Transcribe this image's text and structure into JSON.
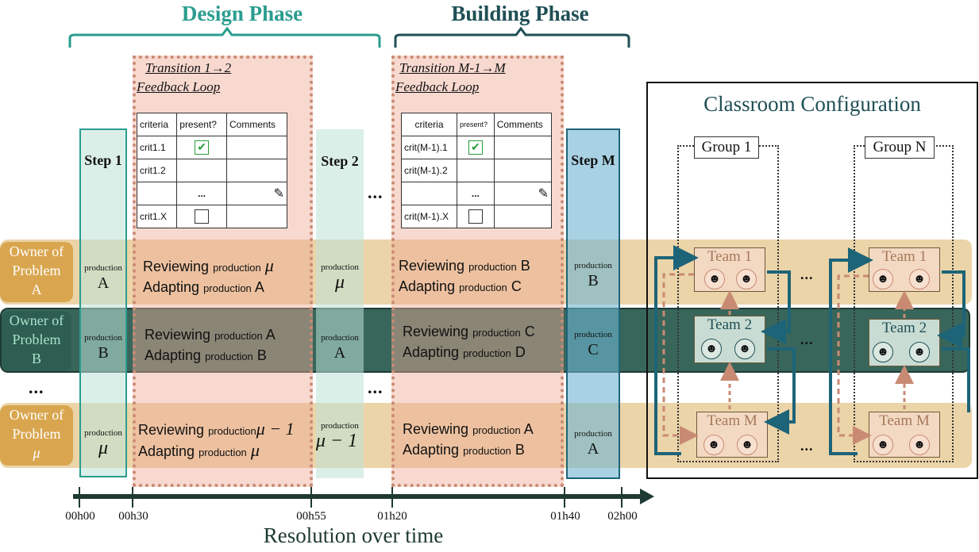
{
  "phases": {
    "design": "Design Phase",
    "building": "Building Phase"
  },
  "owners": [
    {
      "line1": "Owner of",
      "line2": "Problem",
      "line3": "A"
    },
    {
      "line1": "Owner of",
      "line2": "Problem",
      "line3": "B"
    },
    {
      "line1": "Owner of",
      "line2": "Problem",
      "line3": "μ"
    }
  ],
  "ellipsis": "...",
  "steps": {
    "step1": {
      "label": "Step 1",
      "cells": [
        {
          "small": "production",
          "big": "A"
        },
        {
          "small": "production",
          "big": "B"
        },
        {
          "small": "production",
          "big": "μ"
        }
      ]
    },
    "step2": {
      "label": "Step 2",
      "cells": [
        {
          "small": "production",
          "big": "μ"
        },
        {
          "small": "production",
          "big": "A"
        },
        {
          "small": "production",
          "big": "μ − 1"
        }
      ]
    },
    "stepM": {
      "label": "Step M",
      "cells": [
        {
          "small": "production",
          "big": "B"
        },
        {
          "small": "production",
          "big": "C"
        },
        {
          "small": "production",
          "big": "A"
        }
      ]
    }
  },
  "transition1": {
    "title1": "Transition 1→2",
    "title2": "Feedback Loop",
    "table": {
      "headers": [
        "criteria",
        "present?",
        "Comments"
      ],
      "rows": [
        "crit1.1",
        "crit1.2",
        "...",
        "crit1.X"
      ]
    },
    "rows": [
      {
        "r1": "Reviewing",
        "r1s": "production",
        "r1v": "μ",
        "r2": "Adapting",
        "r2s": "production",
        "r2v": "A"
      },
      {
        "r1": "Reviewing",
        "r1s": "production",
        "r1v": "A",
        "r2": "Adapting",
        "r2s": "production",
        "r2v": "B"
      },
      {
        "r1": "Reviewing",
        "r1s": "production",
        "r1v": "μ − 1",
        "r2": "Adapting",
        "r2s": "production",
        "r2v": "μ"
      }
    ]
  },
  "transitionM": {
    "title1": "Transition M-1→M",
    "title2": "Feedback Loop",
    "table": {
      "headers": [
        "criteria",
        "present?",
        "Comments"
      ],
      "rows": [
        "crit(M-1).1",
        "crit(M-1).2",
        "...",
        "crit(M-1).X"
      ]
    },
    "rows": [
      {
        "r1": "Reviewing",
        "r1s": "production",
        "r1v": "B",
        "r2": "Adapting",
        "r2s": "production",
        "r2v": "C"
      },
      {
        "r1": "Reviewing",
        "r1s": "production",
        "r1v": "C",
        "r2": "Adapting",
        "r2s": "production",
        "r2v": "D"
      },
      {
        "r1": "Reviewing",
        "r1s": "production",
        "r1v": "A",
        "r2": "Adapting",
        "r2s": "production",
        "r2v": "B"
      }
    ]
  },
  "classroom": {
    "title": "Classroom Configuration",
    "groups": [
      {
        "label": "Group 1",
        "teams": [
          "Team 1",
          "Team 2",
          "Team M"
        ]
      },
      {
        "label": "Group N",
        "teams": [
          "Team 1",
          "Team 2",
          "Team M"
        ]
      }
    ]
  },
  "timeline": {
    "ticks": [
      "00h00",
      "00h30",
      "00h55",
      "01h20",
      "01h40",
      "02h00"
    ],
    "label": "Resolution over time"
  },
  "colors": {
    "design": "#2a9d8f",
    "building": "#1f4f55",
    "laneA": "#e9cf9f",
    "laneB": "#2e5e52",
    "stepTeal": "#d6ece6",
    "stepM": "#7fbcd6",
    "transition": "#f3c2b2",
    "arrowBlue": "#1d6478",
    "arrowPink": "#c98a74"
  }
}
